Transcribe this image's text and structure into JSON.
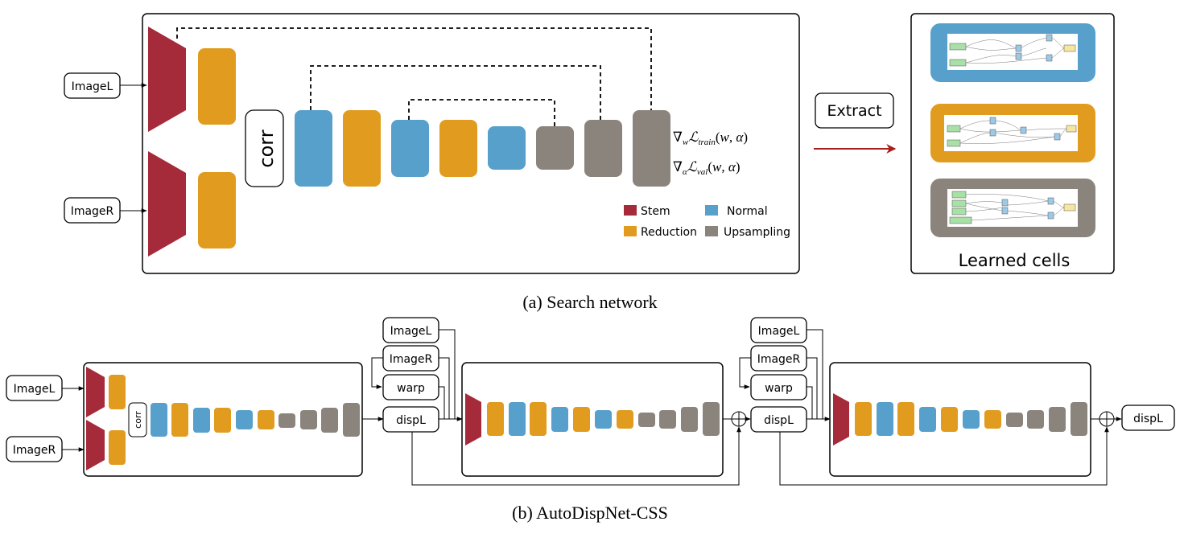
{
  "colors": {
    "stem": "#a52a3a",
    "normal": "#56a0cb",
    "reduction": "#e19c1f",
    "upsampling": "#8a847c"
  },
  "top": {
    "input_left": "ImageL",
    "input_right": "ImageR",
    "corr": "corr",
    "grad_train": "∇wℒtrain(w, α)",
    "grad_val": "∇αℒval(w, α)",
    "legend": {
      "stem": "Stem",
      "normal": "Normal",
      "reduction": "Reduction",
      "upsampling": "Upsampling"
    },
    "extract": "Extract",
    "learned_cells": "Learned cells",
    "caption": "(a) Search network"
  },
  "bottom": {
    "input_left": "ImageL",
    "input_right": "ImageR",
    "corr": "corr",
    "stage1": {
      "imagel": "ImageL",
      "imager": "ImageR",
      "warp": "warp",
      "displ": "dispL"
    },
    "stage2": {
      "imagel": "ImageL",
      "imager": "ImageR",
      "warp": "warp",
      "displ": "dispL"
    },
    "output": "dispL",
    "caption": "(b) AutoDispNet-CSS"
  }
}
